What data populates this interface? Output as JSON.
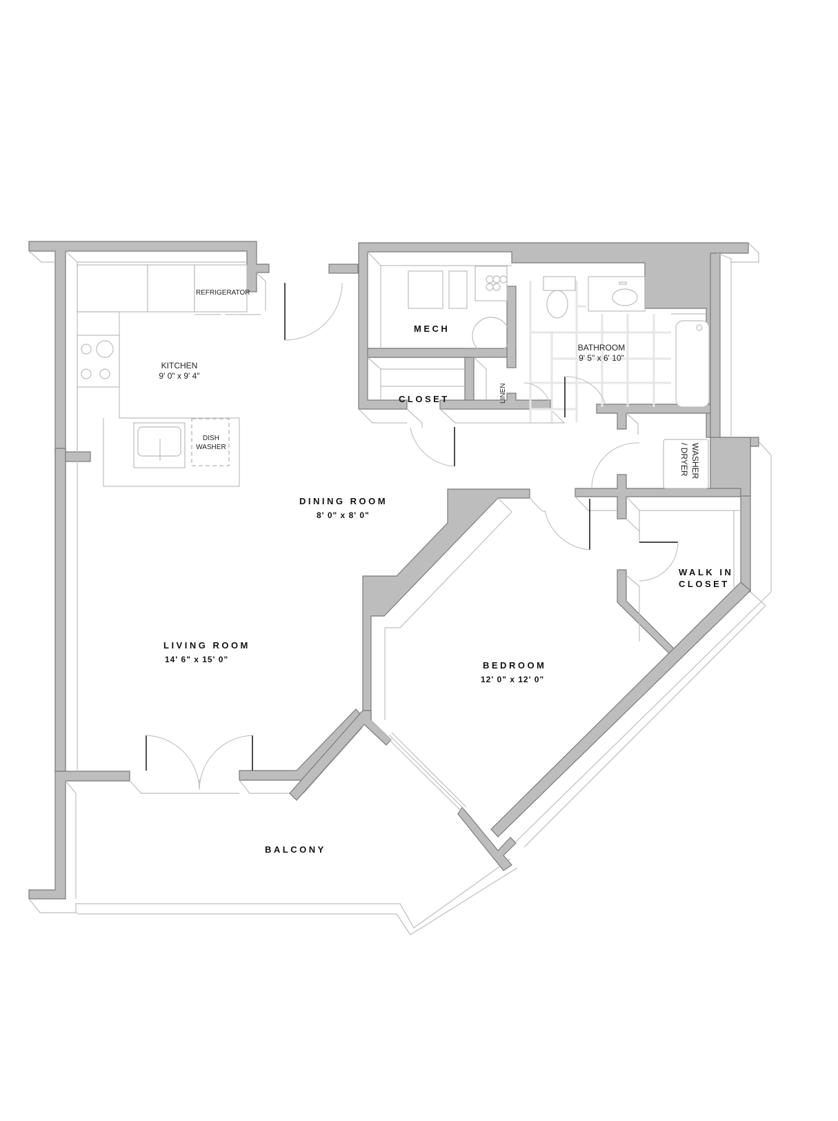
{
  "plan": {
    "rooms": {
      "kitchen": {
        "name": "KITCHEN",
        "size": "9' 0\" x 9' 4\""
      },
      "refrigerator": {
        "name": "REFRIGERATOR"
      },
      "dishwasher": {
        "line1": "DISH",
        "line2": "WASHER"
      },
      "mech": {
        "name": "MECH"
      },
      "closet": {
        "name": "CLOSET"
      },
      "linen": {
        "name": "LINEN"
      },
      "bathroom": {
        "name": "BATHROOM",
        "size": "9' 5\" x 6' 10\""
      },
      "washer_dryer": {
        "line1": "WASHER",
        "line2": "/ DRYER"
      },
      "dining_room": {
        "name": "DINING ROOM",
        "size": "8' 0\" x 8' 0\""
      },
      "walk_in_closet": {
        "line1": "WALK IN",
        "line2": "CLOSET"
      },
      "living_room": {
        "name": "LIVING ROOM",
        "size": "14' 6\" x 15' 0\""
      },
      "bedroom": {
        "name": "BEDROOM",
        "size": "12' 0\" x 12' 0\""
      },
      "balcony": {
        "name": "BALCONY"
      }
    },
    "colors": {
      "wall": "#bdbdbd",
      "wall_edge": "#7a7a7a",
      "fixture_line": "#bdbdbd",
      "text": "#111111"
    }
  }
}
